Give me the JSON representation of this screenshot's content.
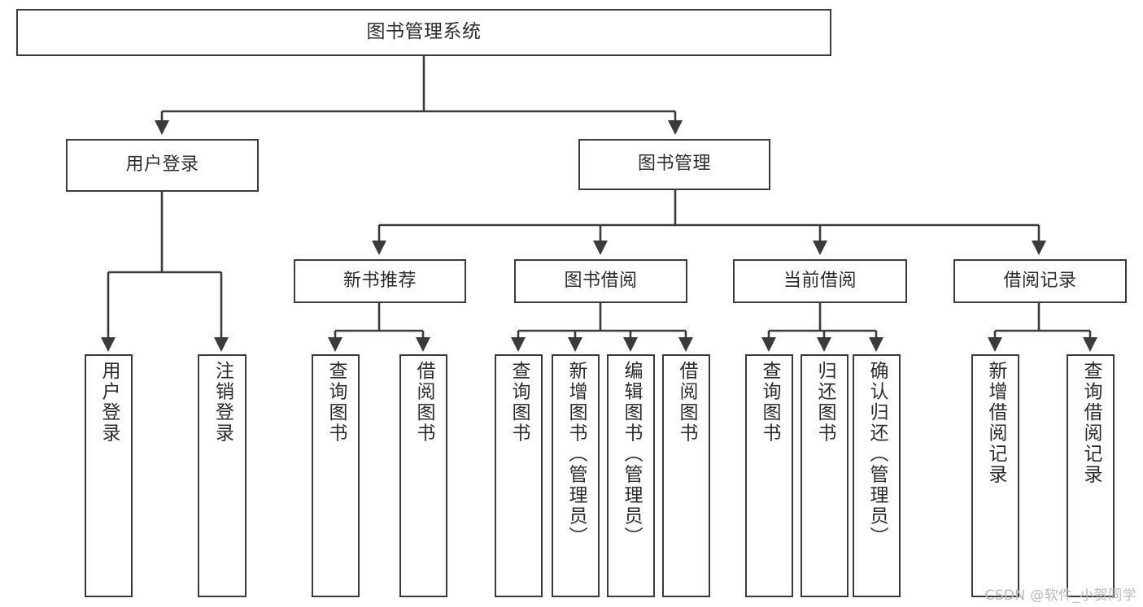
{
  "diagram": {
    "type": "tree",
    "title": "图书管理系统",
    "watermark": "CSDN @软件_小贺同学",
    "colors": {
      "box_stroke": "#3b3b3b",
      "box_fill": "#ffffff",
      "edge": "#3b3b3b",
      "text": "#2c2c2c",
      "watermark": "#b9b9b9",
      "background": "#ffffff"
    },
    "root": {
      "label": "图书管理系统"
    },
    "level2": [
      {
        "label": "用户登录"
      },
      {
        "label": "图书管理"
      }
    ],
    "level3": [
      {
        "label": "新书推荐"
      },
      {
        "label": "图书借阅"
      },
      {
        "label": "当前借阅"
      },
      {
        "label": "借阅记录"
      }
    ],
    "leaves": {
      "user_login": [
        {
          "label": "用户登录"
        },
        {
          "label": "注销登录"
        }
      ],
      "new_book_recommend": [
        {
          "label": "查询图书"
        },
        {
          "label": "借阅图书"
        }
      ],
      "book_borrow": [
        {
          "label": "查询图书"
        },
        {
          "label": "新增图书（管理员）"
        },
        {
          "label": "编辑图书（管理员）"
        },
        {
          "label": "借阅图书"
        }
      ],
      "current_borrow": [
        {
          "label": "查询图书"
        },
        {
          "label": "归还图书"
        },
        {
          "label": "确认归还（管理员）"
        }
      ],
      "borrow_record": [
        {
          "label": "新增借阅记录"
        },
        {
          "label": "查询借阅记录"
        }
      ]
    }
  }
}
